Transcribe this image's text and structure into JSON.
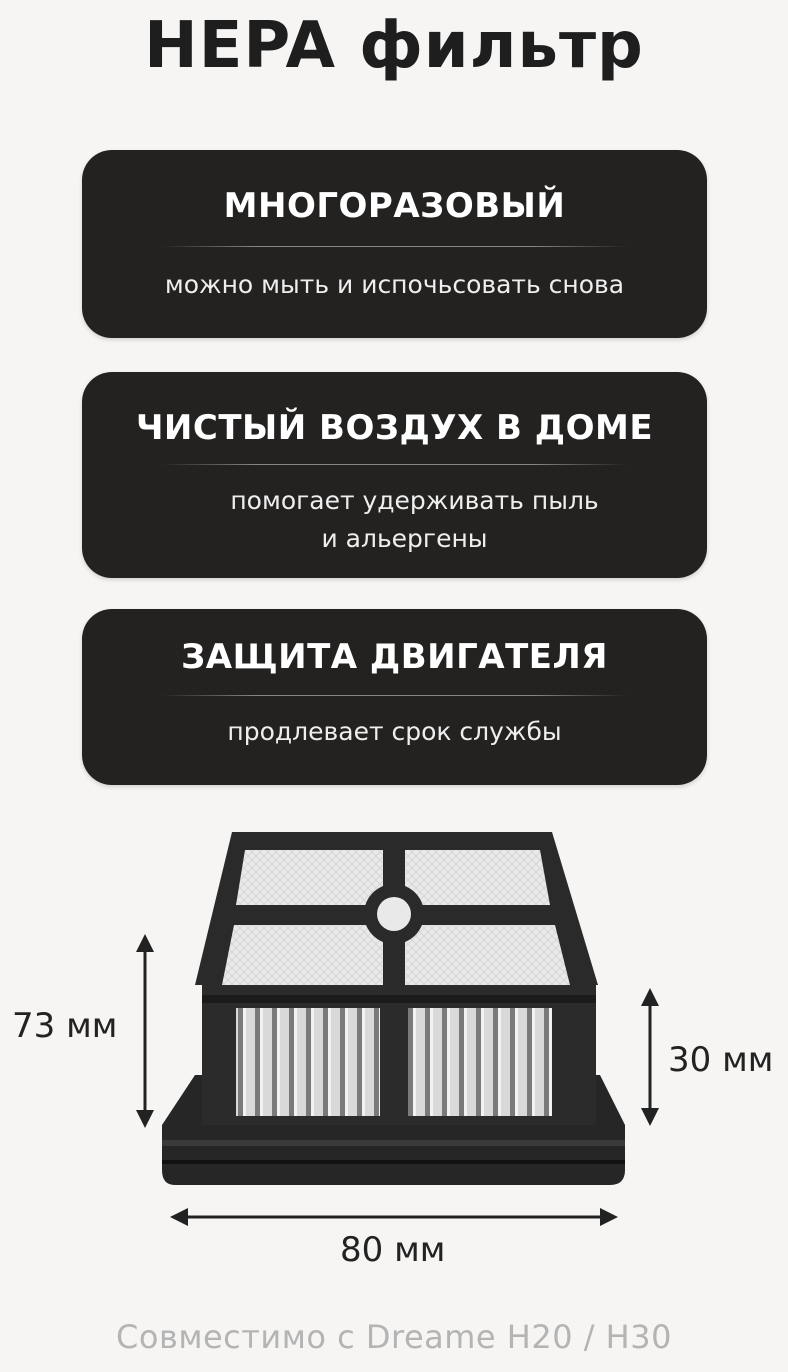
{
  "title": "HEPA фильтр",
  "cards": [
    {
      "heading": "МНОГОРАЗОВЫЙ",
      "text_lines": [
        "можно мыть и испочьсовать снова"
      ]
    },
    {
      "heading": "ЧИСТЫЙ ВОЗДУХ В ДОМЕ",
      "text_lines": [
        "помогает удерживать пыль",
        "и альергены"
      ]
    },
    {
      "heading": "ЗАЩИТА ДВИГАТЕЛЯ",
      "text_lines": [
        "продлевает срок службы"
      ]
    }
  ],
  "dimensions": {
    "height_total": "73 мм",
    "height_body": "30 мм",
    "width": "80 мм"
  },
  "footer": "Совместимо с Dreame H20 / H30",
  "colors": {
    "card_bg": "#242221",
    "page_bg": "#f6f5f4",
    "footer_text": "#b4b4b4"
  }
}
